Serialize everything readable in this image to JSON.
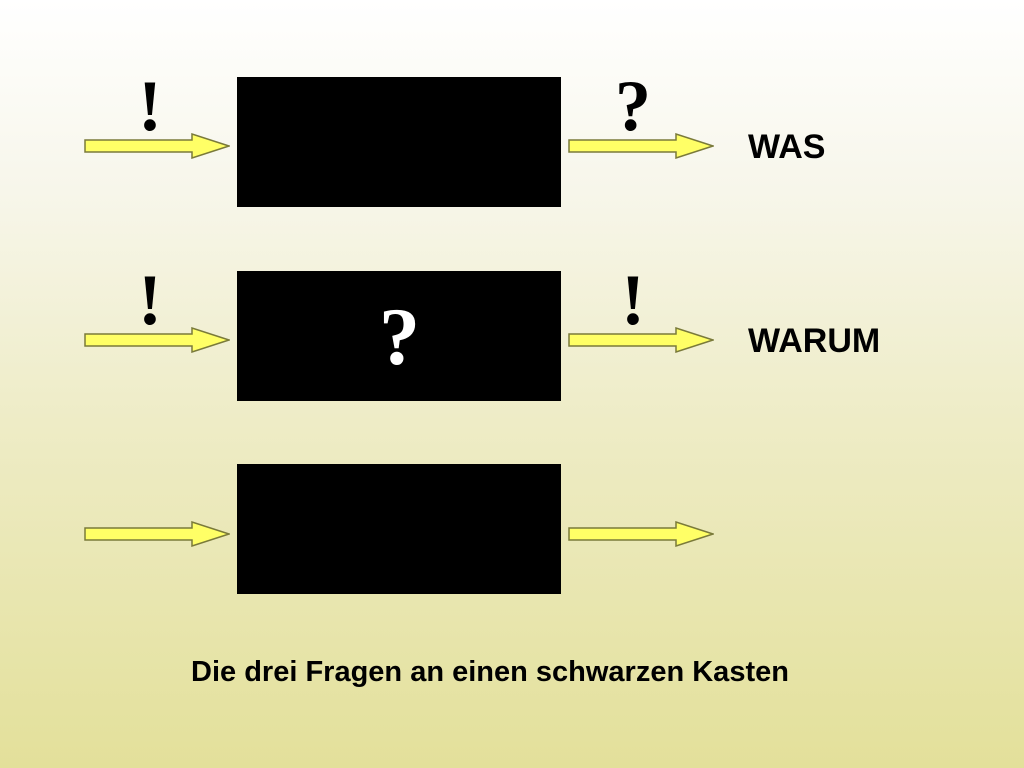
{
  "rows": [
    {
      "left_mark": "!",
      "right_mark": "?",
      "label": "WAS"
    },
    {
      "left_mark": "!",
      "center_mark": "?",
      "right_mark": "!",
      "label": "WARUM"
    },
    {}
  ],
  "caption": "Die drei Fragen an einen schwarzen Kasten",
  "colors": {
    "box": "#000000",
    "arrow_fill": "#ffff66",
    "arrow_stroke": "#7a7a3a"
  },
  "icons": {
    "arrow": "right-arrow-icon"
  }
}
